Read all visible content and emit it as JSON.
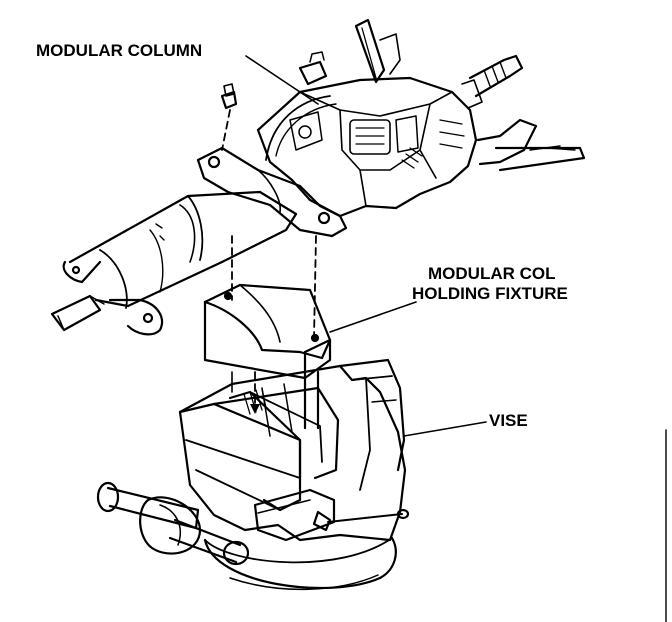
{
  "labels": {
    "modular_column": "MODULAR COLUMN",
    "fixture_line1": "MODULAR COL",
    "fixture_line2": "HOLDING FIXTURE",
    "vise": "VISE"
  },
  "colors": {
    "ink": "#000000",
    "paper": "#ffffff"
  }
}
